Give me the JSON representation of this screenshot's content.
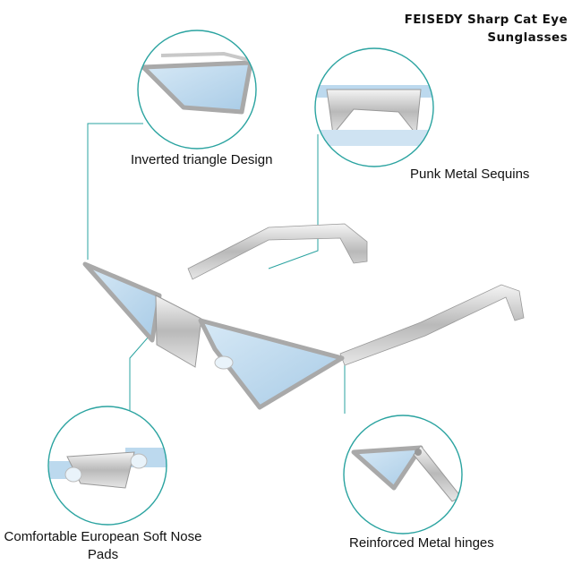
{
  "product_title": {
    "line1": "FEISEDY Sharp Cat Eye",
    "line2": "Sunglasses"
  },
  "callouts": {
    "top_left": "Inverted triangle Design",
    "top_right": "Punk Metal Sequins",
    "bottom_left": "Comfortable European Soft Nose Pads",
    "bottom_right": "Reinforced Metal hinges"
  },
  "colors": {
    "lens": "#bcd9ee",
    "frame": "#c8c8c8",
    "callout_ring": "#2aa3a0",
    "text": "#111111"
  }
}
